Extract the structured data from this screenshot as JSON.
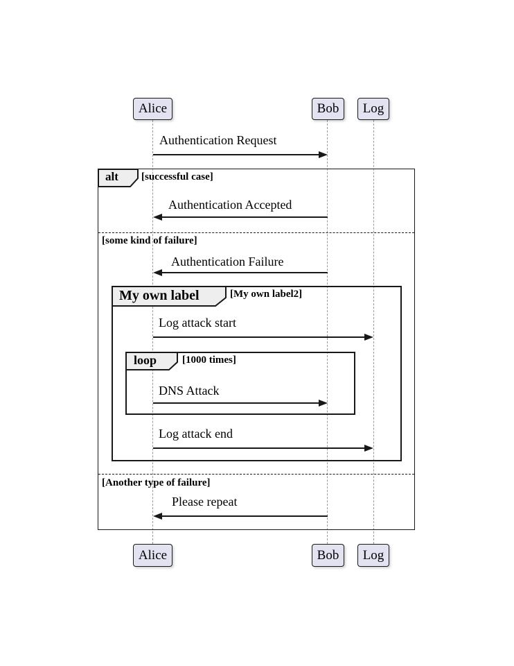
{
  "diagram": {
    "type": "sequence-diagram",
    "participants": [
      {
        "name": "Alice"
      },
      {
        "name": "Bob"
      },
      {
        "name": "Log"
      }
    ],
    "messages": [
      {
        "label": "Authentication Request",
        "from": "Alice",
        "to": "Bob"
      },
      {
        "label": "Authentication Accepted",
        "from": "Bob",
        "to": "Alice"
      },
      {
        "label": "Authentication Failure",
        "from": "Bob",
        "to": "Alice"
      },
      {
        "label": "Log attack start",
        "from": "Alice",
        "to": "Log"
      },
      {
        "label": "DNS Attack",
        "from": "Alice",
        "to": "Bob"
      },
      {
        "label": "Log attack end",
        "from": "Alice",
        "to": "Log"
      },
      {
        "label": "Please repeat",
        "from": "Bob",
        "to": "Alice"
      }
    ],
    "alt_frame": {
      "keyword": "alt",
      "sections": [
        {
          "condition": "[successful case]"
        },
        {
          "condition": "[some kind of failure]"
        },
        {
          "condition": "[Another type of failure]"
        }
      ]
    },
    "group_frame": {
      "keyword": "My own label",
      "condition": "[My own label2]"
    },
    "loop_frame": {
      "keyword": "loop",
      "condition": "[1000 times]"
    },
    "colors": {
      "participant_fill": "#E2E2F0",
      "header_fill": "#EEEEEE",
      "border": "#181818",
      "lifeline": "#999999",
      "background": "#FFFFFF"
    }
  }
}
